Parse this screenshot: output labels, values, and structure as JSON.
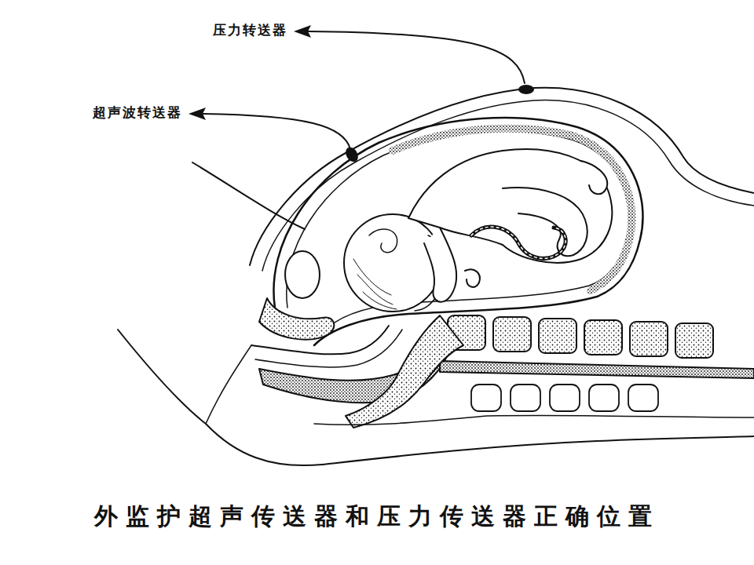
{
  "diagram": {
    "caption": "外监护超声传送器和压力传送器正确位置",
    "labels": [
      "压力转送器",
      "超声波转送器"
    ]
  }
}
